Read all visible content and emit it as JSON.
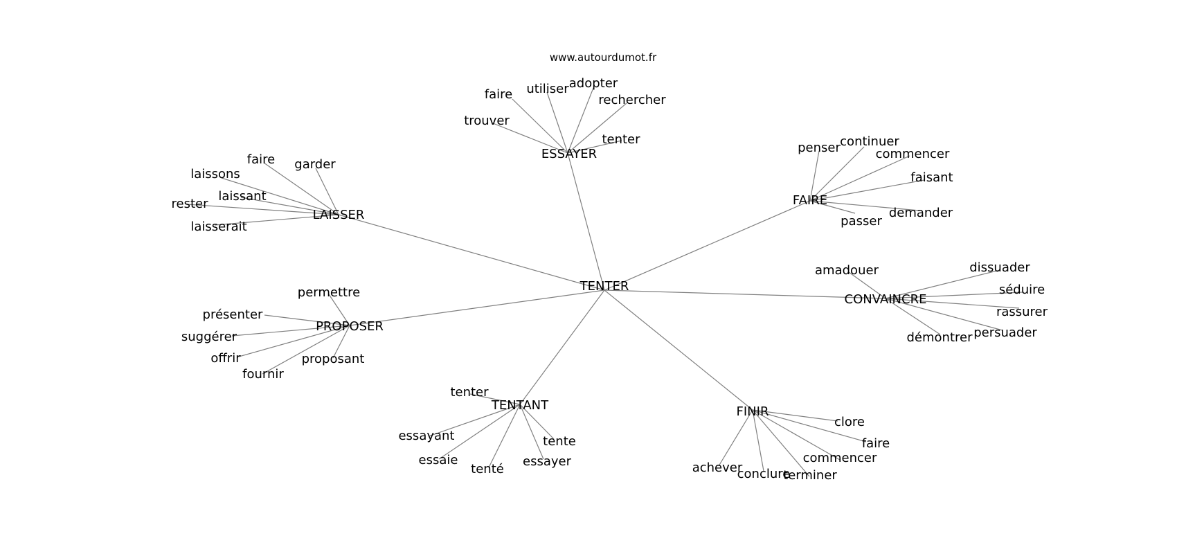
{
  "header": {
    "credit": "www.autourdumot.fr"
  },
  "graph": {
    "center": "TENTER",
    "branches": [
      {
        "hub": "ESSAYER",
        "leaves": [
          "trouver",
          "faire",
          "utiliser",
          "adopter",
          "rechercher",
          "tenter"
        ]
      },
      {
        "hub": "LAISSER",
        "leaves": [
          "faire",
          "garder",
          "laissons",
          "laissant",
          "rester",
          "laisserait"
        ]
      },
      {
        "hub": "FAIRE",
        "leaves": [
          "penser",
          "continuer",
          "commencer",
          "faisant",
          "demander",
          "passer"
        ]
      },
      {
        "hub": "CONVAINCRE",
        "leaves": [
          "amadouer",
          "dissuader",
          "séduire",
          "rassurer",
          "persuader",
          "démontrer"
        ]
      },
      {
        "hub": "PROPOSER",
        "leaves": [
          "permettre",
          "présenter",
          "suggérer",
          "offrir",
          "fournir",
          "proposant"
        ]
      },
      {
        "hub": "TENTANT",
        "leaves": [
          "tenter",
          "essayant",
          "essaie",
          "tenté",
          "essayer",
          "tente"
        ]
      },
      {
        "hub": "FINIR",
        "leaves": [
          "clore",
          "faire",
          "commencer",
          "terminer",
          "conclure",
          "achever"
        ]
      }
    ]
  }
}
